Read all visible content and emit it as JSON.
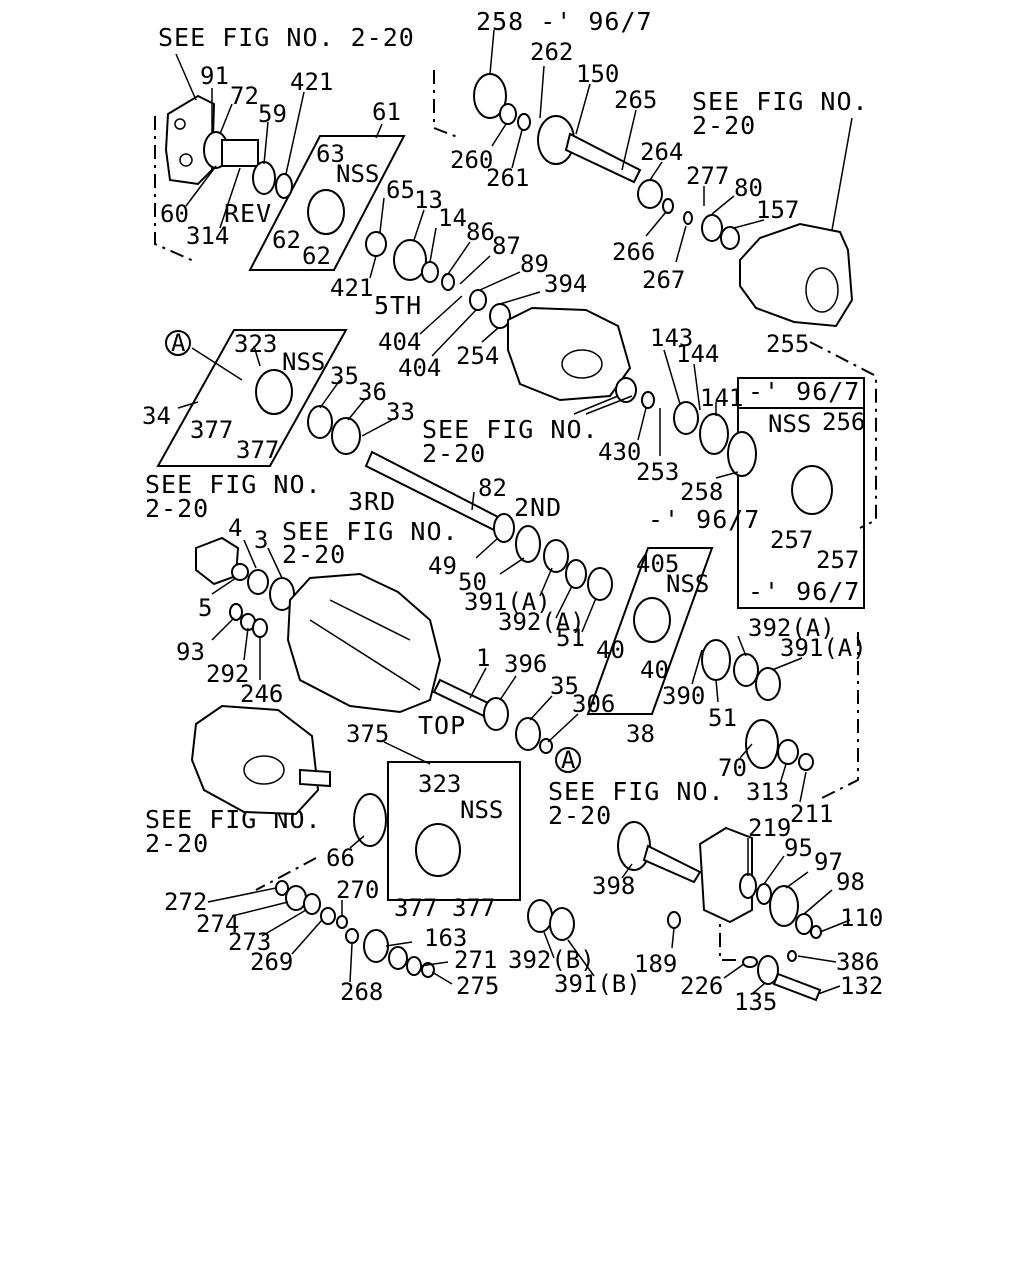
{
  "references": {
    "see_fig_top_left": "SEE FIG NO. 2-20",
    "see_fig_top_right_1": "SEE FIG NO.",
    "see_fig_top_right_2": "2-20",
    "see_fig_middle_1": "SEE FIG NO.",
    "see_fig_middle_2": "2-20",
    "see_fig_left_1": "SEE FIG NO.",
    "see_fig_left_2": "2-20",
    "see_fig_case_1": "SEE FIG NO.",
    "see_fig_case_2": "2-20",
    "see_fig_bottom_left_1": "SEE FIG NO.",
    "see_fig_bottom_left_2": "2-20",
    "see_fig_bottom_right_1": "SEE FIG NO.",
    "see_fig_bottom_right_2": "2-20"
  },
  "gear_labels": {
    "rev": "REV",
    "fifth": "5TH",
    "third": "3RD",
    "second": "2ND",
    "top": "TOP"
  },
  "nss": "NSS",
  "callout_a": "A",
  "date_codes": {
    "d258_top": "258 -' 96/7",
    "d255_box": "-' 96/7",
    "d258_mid": "-' 96/7",
    "d_box_bottom": "-' 96/7"
  },
  "parts": {
    "p91": "91",
    "p72": "72",
    "p59": "59",
    "p421a": "421",
    "p61": "61",
    "p63": "63",
    "p60": "60",
    "p314": "314",
    "p62a": "62",
    "p62b": "62",
    "p262": "262",
    "p150": "150",
    "p265": "265",
    "p260": "260",
    "p261": "261",
    "p264": "264",
    "p277": "277",
    "p80": "80",
    "p157": "157",
    "p266": "266",
    "p267": "267",
    "p65": "65",
    "p13": "13",
    "p14": "14",
    "p86": "86",
    "p87": "87",
    "p89": "89",
    "p394": "394",
    "p421b": "421",
    "p404a": "404",
    "p404b": "404",
    "p254": "254",
    "p323a": "323",
    "p377a": "377",
    "p377b": "377",
    "p34": "34",
    "p35a": "35",
    "p36": "36",
    "p33": "33",
    "p143": "143",
    "p144": "144",
    "p141": "141",
    "p255": "255",
    "p256": "256",
    "p430": "430",
    "p253": "253",
    "p258b": "258",
    "p82": "82",
    "p4": "4",
    "p3": "3",
    "p5": "5",
    "p49": "49",
    "p50": "50",
    "p391a1": "391(A)",
    "p392a1": "392(A)",
    "p51a": "51",
    "p405": "405",
    "p40a": "40",
    "p40b": "40",
    "p257a": "257",
    "p257b": "257",
    "p93": "93",
    "p292": "292",
    "p246": "246",
    "p1": "1",
    "p396": "396",
    "p35b": "35",
    "p306": "306",
    "p392a2": "392(A)",
    "p391a2": "391(A)",
    "p390": "390",
    "p51b": "51",
    "p38": "38",
    "p375": "375",
    "p323b": "323",
    "p70": "70",
    "p313": "313",
    "p211": "211",
    "p66": "66",
    "p219": "219",
    "p95": "95",
    "p97": "97",
    "p98": "98",
    "p377c": "377",
    "p377d": "377",
    "p398": "398",
    "p272": "272",
    "p270": "270",
    "p274": "274",
    "p273": "273",
    "p269": "269",
    "p268": "268",
    "p163": "163",
    "p271": "271",
    "p275": "275",
    "p392b": "392(B)",
    "p391b": "391(B)",
    "p189": "189",
    "p110": "110",
    "p386": "386",
    "p226": "226",
    "p132": "132",
    "p135": "135"
  }
}
